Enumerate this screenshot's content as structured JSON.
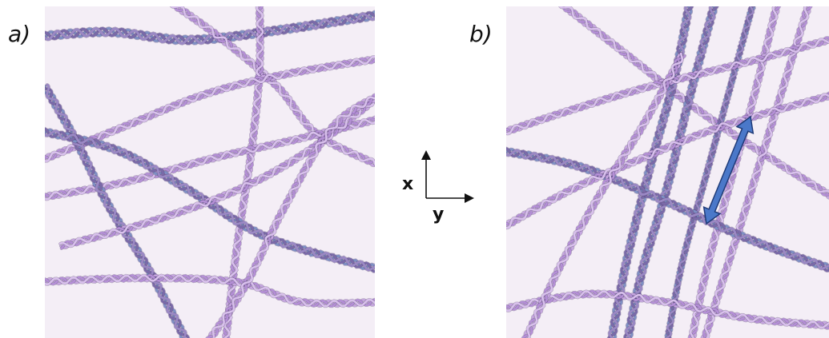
{
  "panels": [
    {
      "label": "a)"
    },
    {
      "label": "b)"
    }
  ],
  "axes": {
    "x_label": "x",
    "y_label": "y"
  },
  "colors": {
    "background": "#f4eef6",
    "strand_blue": "#7f8fc4",
    "strand_dark_purple": "#7a6aa8",
    "strand_light_purple": "#c6a6e0",
    "arrow_fill": "#4a78c9",
    "arrow_stroke": "#1f3b78"
  }
}
